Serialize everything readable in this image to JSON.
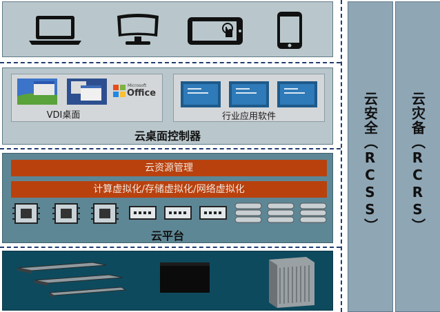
{
  "desktop_layer": {
    "vdi_label": "VDI桌面",
    "office_logo_top": "Microsoft",
    "office_logo_main": "Office",
    "industry_label": "行业应用软件",
    "title": "云桌面控制器"
  },
  "platform_layer": {
    "resource_mgmt": "云资源管理",
    "virtualization": "计算虚拟化/存储虚拟化/网络虚拟化",
    "title": "云平台"
  },
  "side": {
    "security_title": "云安全",
    "security_code": "（RCSS）",
    "dr_title": "云灾备",
    "dr_code": "（RCRS）"
  },
  "colors": {
    "panel_light": "#b9c7cc",
    "panel_mid": "#5e8796",
    "panel_dark": "#0e4a5e",
    "accent_orange": "#b8410e",
    "side_column": "#8fa6b5"
  }
}
